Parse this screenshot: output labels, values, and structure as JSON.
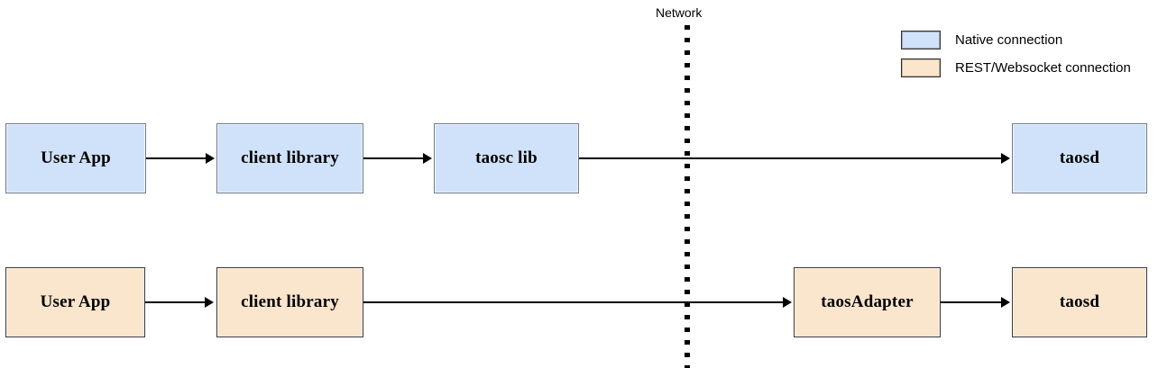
{
  "diagram": {
    "title_label": "Network",
    "legend": {
      "items": [
        {
          "swatch": "native-swatch",
          "label": "Native connection",
          "color": "#cfe2f9"
        },
        {
          "swatch": "rest-swatch",
          "label": "REST/Websocket connection",
          "color": "#fae5cd"
        }
      ]
    },
    "rows": [
      {
        "name": "native-connection-row",
        "kind": "native",
        "nodes": [
          {
            "label": "User App"
          },
          {
            "label": "client library"
          },
          {
            "label": "taosc lib"
          },
          {
            "label": "taosd"
          }
        ]
      },
      {
        "name": "rest-websocket-connection-row",
        "kind": "rest",
        "nodes": [
          {
            "label": "User App"
          },
          {
            "label": "client library"
          },
          {
            "label": "taosAdapter"
          },
          {
            "label": "taosd"
          }
        ]
      }
    ]
  }
}
